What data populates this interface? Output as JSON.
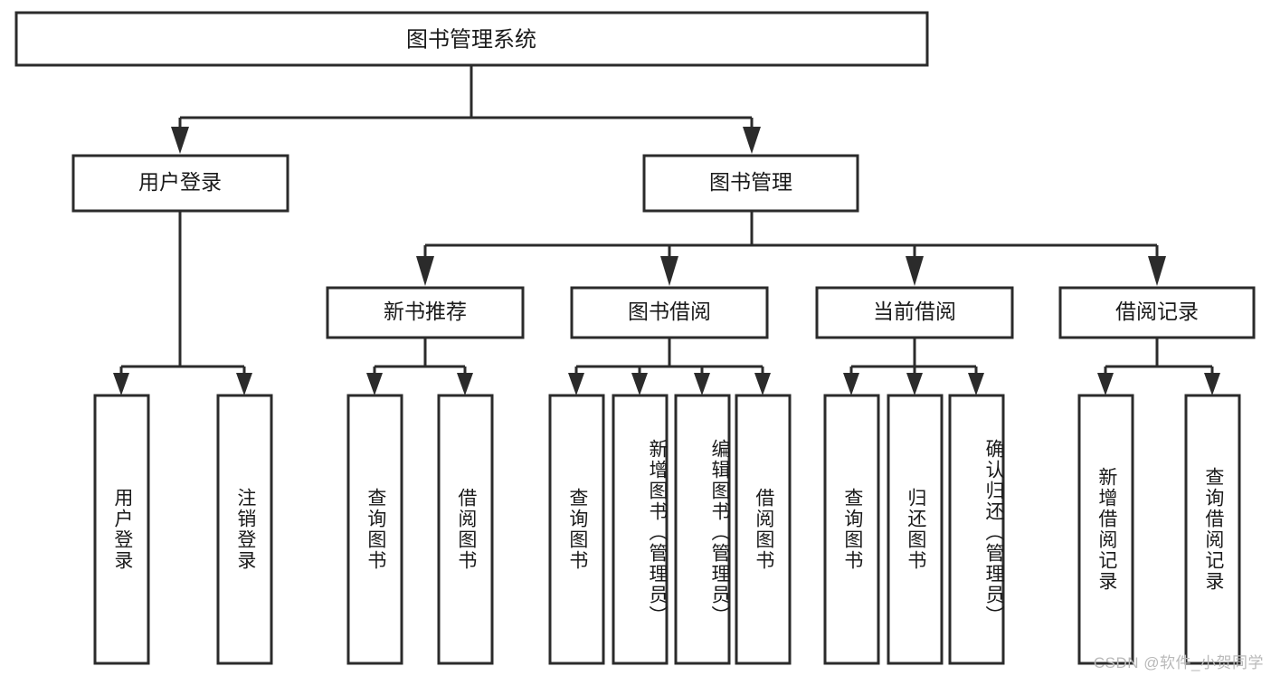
{
  "diagram": {
    "type": "hierarchy-tree",
    "title_node": {
      "id": "root",
      "label": "图书管理系统"
    },
    "level2": [
      {
        "id": "user-login",
        "label": "用户登录"
      },
      {
        "id": "book-management",
        "label": "图书管理"
      }
    ],
    "level3": [
      {
        "id": "new-book-recommend",
        "label": "新书推荐",
        "parent": "book-management"
      },
      {
        "id": "book-borrow",
        "label": "图书借阅",
        "parent": "book-management"
      },
      {
        "id": "current-borrow",
        "label": "当前借阅",
        "parent": "book-management"
      },
      {
        "id": "borrow-record",
        "label": "借阅记录",
        "parent": "book-management"
      }
    ],
    "leaves": [
      {
        "id": "leaf-user-login",
        "label": "用户登录",
        "parent": "user-login"
      },
      {
        "id": "leaf-logout-login",
        "label": "注销登录",
        "parent": "user-login"
      },
      {
        "id": "leaf-query-book-1",
        "label": "查询图书",
        "parent": "new-book-recommend"
      },
      {
        "id": "leaf-borrow-book-1",
        "label": "借阅图书",
        "parent": "new-book-recommend"
      },
      {
        "id": "leaf-query-book-2",
        "label": "查询图书",
        "parent": "book-borrow"
      },
      {
        "id": "leaf-add-book",
        "label": "新增图书（管理员）",
        "parent": "book-borrow"
      },
      {
        "id": "leaf-edit-book",
        "label": "编辑图书（管理员）",
        "parent": "book-borrow"
      },
      {
        "id": "leaf-borrow-book-2",
        "label": "借阅图书",
        "parent": "book-borrow"
      },
      {
        "id": "leaf-query-book-3",
        "label": "查询图书",
        "parent": "current-borrow"
      },
      {
        "id": "leaf-return-book",
        "label": "归还图书",
        "parent": "current-borrow"
      },
      {
        "id": "leaf-confirm-return",
        "label": "确认归还（管理员）",
        "parent": "current-borrow"
      },
      {
        "id": "leaf-add-borrow-record",
        "label": "新增借阅记录",
        "parent": "borrow-record"
      },
      {
        "id": "leaf-query-borrow-record",
        "label": "查询借阅记录",
        "parent": "borrow-record"
      }
    ],
    "colors": {
      "box_fill": "#ffffff",
      "box_stroke": "#2b2b2b",
      "text": "#1a1a1a",
      "background": "#ffffff",
      "watermark": "#b9b9b9"
    }
  },
  "watermark": {
    "text": "CSDN @软件_小贺同学"
  }
}
